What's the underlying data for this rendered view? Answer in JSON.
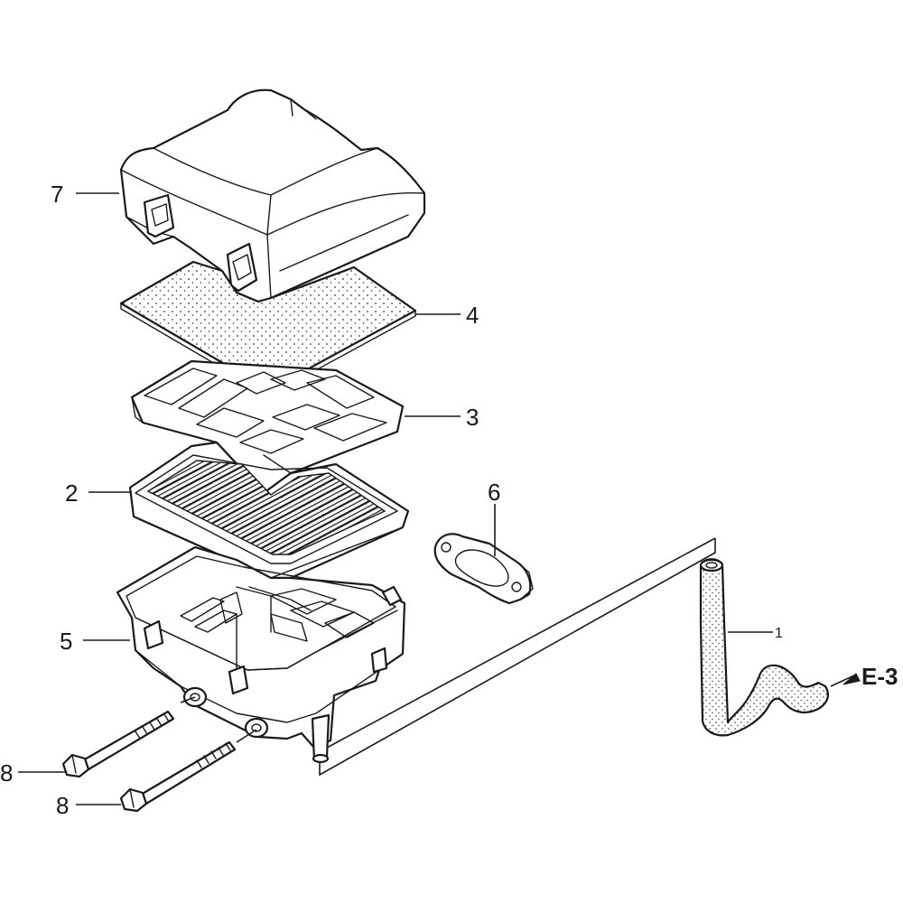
{
  "parts": [
    {
      "ref": "7",
      "name": "air-cleaner-cover"
    },
    {
      "ref": "4",
      "name": "foam-pre-filter"
    },
    {
      "ref": "3",
      "name": "filter-frame"
    },
    {
      "ref": "2",
      "name": "paper-filter-element"
    },
    {
      "ref": "5",
      "name": "air-cleaner-case"
    },
    {
      "ref": "6",
      "name": "gasket"
    },
    {
      "ref": "1",
      "name": "breather-tube"
    },
    {
      "ref": "8",
      "name": "flange-bolt"
    }
  ],
  "labels": {
    "part7": "7",
    "part4": "4",
    "part3": "3",
    "part2": "2",
    "part5": "5",
    "part6": "6",
    "part1": "1",
    "part8a": "8",
    "part8b": "8",
    "reference": "E-3"
  }
}
